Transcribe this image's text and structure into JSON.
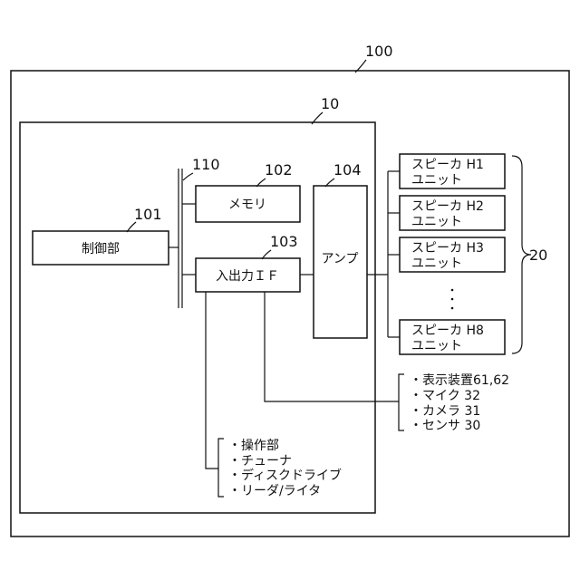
{
  "refs": {
    "device": "100",
    "control_device": "10",
    "control_unit": "101",
    "memory": "102",
    "io_if": "103",
    "amp": "104",
    "bus": "110",
    "speaker_group": "20"
  },
  "blocks": {
    "control_unit": "制御部",
    "memory": "メモリ",
    "io_if": "入出力ＩＦ",
    "amp": "アンプ"
  },
  "speakers": [
    {
      "line1": "スピーカ H1",
      "line2": "ユニット"
    },
    {
      "line1": "スピーカ H2",
      "line2": "ユニット"
    },
    {
      "line1": "スピーカ H3",
      "line2": "ユニット"
    },
    {
      "line1": "スピーカ H8",
      "line2": "ユニット"
    }
  ],
  "external_devices": [
    "・表示装置61,62",
    "・マイク 32",
    "・カメラ 31",
    "・センサ 30"
  ],
  "input_devices": [
    "・操作部",
    "・チューナ",
    "・ディスクドライブ",
    "・リーダ/ライタ"
  ]
}
